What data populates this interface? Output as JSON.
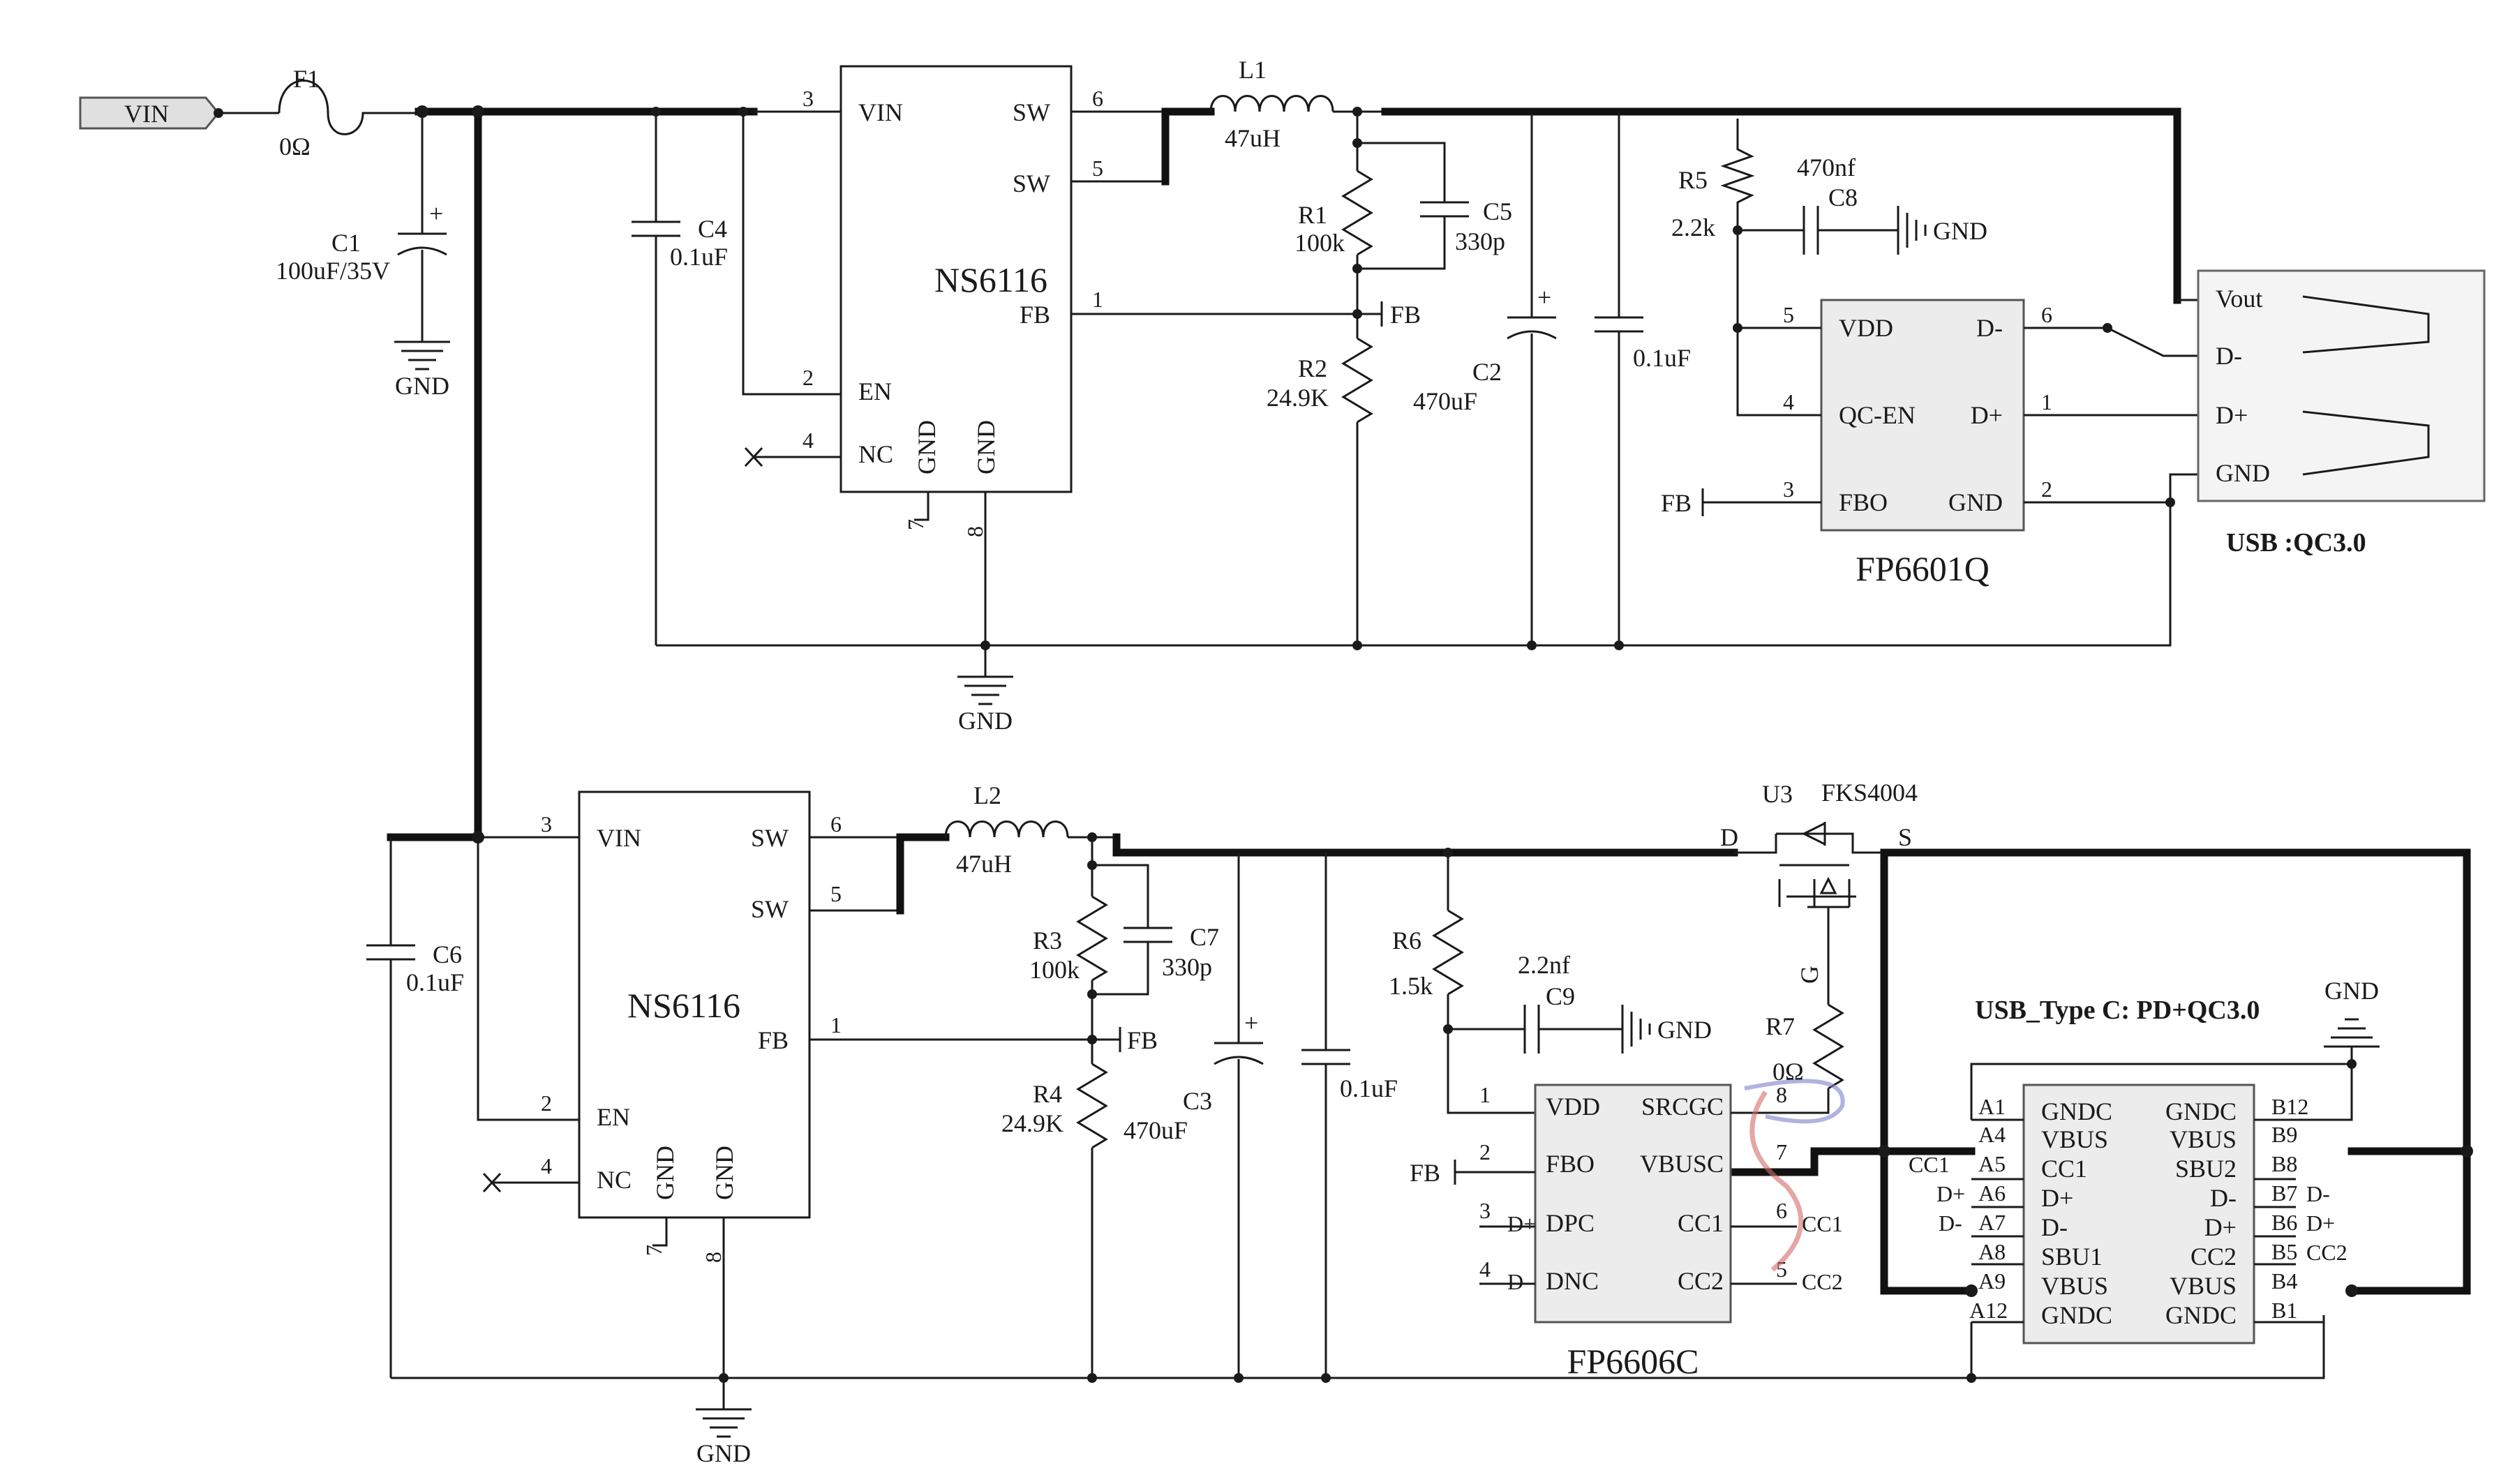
{
  "input": {
    "net_label": "VIN"
  },
  "fuse": {
    "ref": "F1",
    "value": "0Ω"
  },
  "c1": {
    "ref": "C1",
    "value": "100uF/35V"
  },
  "c4": {
    "ref": "C4",
    "value": "0.1uF"
  },
  "c6": {
    "ref": "C6",
    "value": "0.1uF"
  },
  "gnd_label": "GND",
  "fb_label": "FB",
  "ns1": {
    "name": "NS6116",
    "pins": {
      "vin": "VIN",
      "sw1": "SW",
      "sw2": "SW",
      "fb": "FB",
      "en": "EN",
      "nc": "NC",
      "gnd1": "GND",
      "gnd2": "GND"
    },
    "nums": {
      "vin": "3",
      "sw1": "6",
      "sw2": "5",
      "fb": "1",
      "en": "2",
      "nc": "4",
      "gnd1": "7",
      "gnd2": "8"
    }
  },
  "ns2": {
    "name": "NS6116",
    "pins": {
      "vin": "VIN",
      "sw1": "SW",
      "sw2": "SW",
      "fb": "FB",
      "en": "EN",
      "nc": "NC",
      "gnd1": "GND",
      "gnd2": "GND"
    },
    "nums": {
      "vin": "3",
      "sw1": "6",
      "sw2": "5",
      "fb": "1",
      "en": "2",
      "nc": "4",
      "gnd1": "7",
      "gnd2": "8"
    }
  },
  "l1": {
    "ref": "L1",
    "value": "47uH"
  },
  "l2": {
    "ref": "L2",
    "value": "47uH"
  },
  "r1": {
    "ref": "R1",
    "value": "100k"
  },
  "r2": {
    "ref": "R2",
    "value": "24.9K"
  },
  "r3": {
    "ref": "R3",
    "value": "100k"
  },
  "r4": {
    "ref": "R4",
    "value": "24.9K"
  },
  "r5": {
    "ref": "R5",
    "value": "2.2k"
  },
  "r6": {
    "ref": "R6",
    "value": "1.5k"
  },
  "r7": {
    "ref": "R7",
    "value": "0Ω"
  },
  "c5": {
    "ref": "C5",
    "value": "330p"
  },
  "c7": {
    "ref": "C7",
    "value": "330p"
  },
  "c2": {
    "ref": "C2",
    "value": "470uF"
  },
  "c3": {
    "ref": "C3",
    "value": "470uF"
  },
  "c_out1": {
    "value": "0.1uF"
  },
  "c_out2": {
    "value": "0.1uF"
  },
  "c8": {
    "ref": "C8",
    "value": "470nf"
  },
  "c9": {
    "ref": "C9",
    "value": "2.2nf"
  },
  "fp6601q": {
    "name": "FP6601Q",
    "pins": {
      "vdd": "VDD",
      "qcen": "QC-EN",
      "fbo": "FBO",
      "dm": "D-",
      "dp": "D+",
      "gnd": "GND"
    },
    "nums": {
      "vdd": "5",
      "qcen": "4",
      "fbo": "3",
      "dm": "6",
      "dp": "1",
      "gnd": "2"
    }
  },
  "usb_a": {
    "title": "USB :QC3.0",
    "pins": {
      "vout": "Vout",
      "dm": "D-",
      "dp": "D+",
      "gnd": "GND"
    }
  },
  "u3": {
    "ref": "U3",
    "part": "FKS4004",
    "d": "D",
    "s": "S",
    "g": "G"
  },
  "fp6606c": {
    "name": "FP6606C",
    "pins": {
      "vdd": "VDD",
      "fbo": "FBO",
      "dpc": "DPC",
      "dnc": "DNC",
      "srcgc": "SRCGC",
      "vbusc": "VBUSC",
      "cc1": "CC1",
      "cc2": "CC2"
    },
    "nums": {
      "vdd": "1",
      "fbo": "2",
      "dpc": "3",
      "dnc": "4",
      "srcgc": "8",
      "vbusc": "7",
      "cc1": "6",
      "cc2": "5"
    },
    "nets": {
      "dpc": "D+",
      "dnc": "D-",
      "cc1": "CC1",
      "cc2": "CC2"
    }
  },
  "typec": {
    "title": "USB_Type C:   PD+QC3.0",
    "left_pins": [
      "GNDC",
      "VBUS",
      "CC1",
      "D+",
      "D-",
      "SBU1",
      "VBUS",
      "GNDC"
    ],
    "right_pins": [
      "GNDC",
      "VBUS",
      "SBU2",
      "D-",
      "D+",
      "CC2",
      "VBUS",
      "GNDC"
    ],
    "left_nums": [
      "A1",
      "A4",
      "A5",
      "A6",
      "A7",
      "A8",
      "A9",
      "A12"
    ],
    "right_nums": [
      "B12",
      "B9",
      "B8",
      "B7",
      "B6",
      "B5",
      "B4",
      "B1"
    ],
    "left_nets": {
      "cc1": "CC1",
      "dp": "D+",
      "dm": "D-"
    },
    "right_nets": {
      "dm": "D-",
      "dp": "D+",
      "cc2": "CC2"
    }
  }
}
